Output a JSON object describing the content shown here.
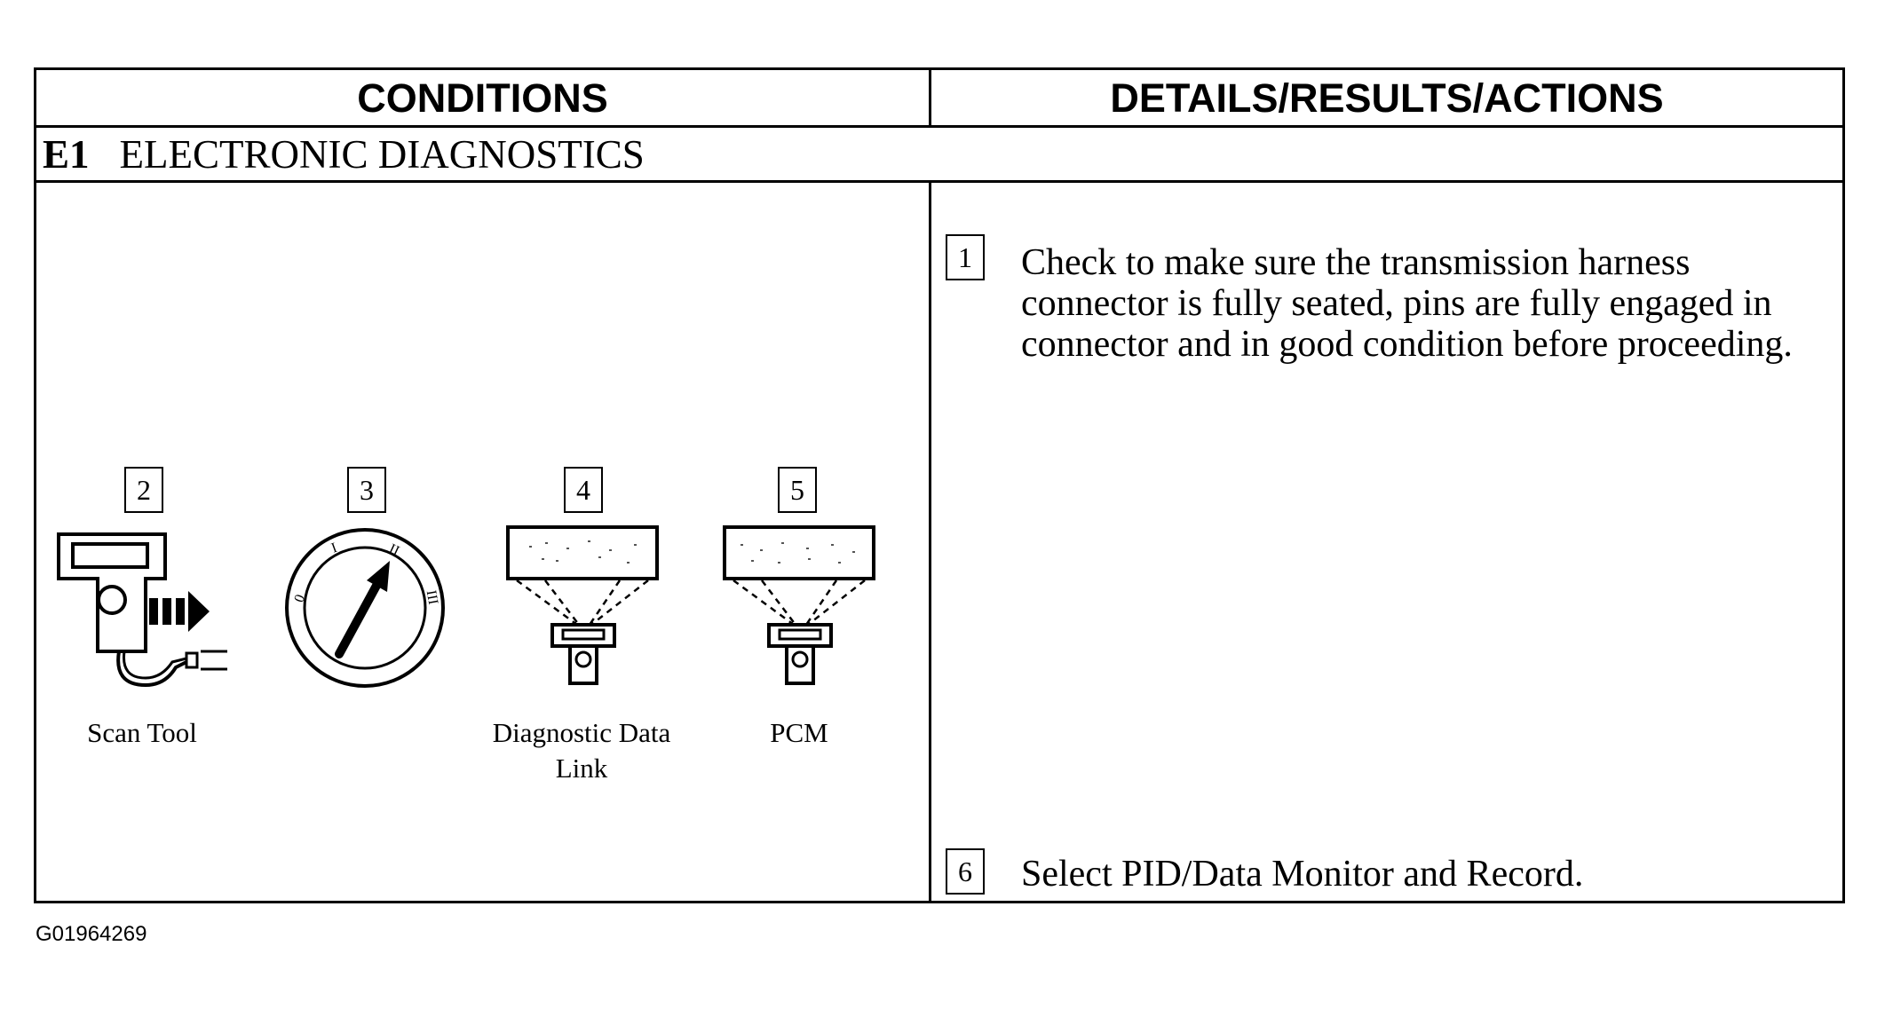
{
  "table": {
    "header_left": "CONDITIONS",
    "header_right": "DETAILS/RESULTS/ACTIONS",
    "section_code": "E1",
    "section_title": "ELECTRONIC DIAGNOSTICS"
  },
  "steps": [
    {
      "number": "1",
      "text": "Check to make sure the transmission harness connector is fully seated, pins are fully engaged in connector and in good condition before proceeding."
    },
    {
      "number": "6",
      "text": "Select PID/Data Monitor and Record."
    }
  ],
  "conditions": [
    {
      "number": "2",
      "caption": "Scan Tool",
      "icon": "scan-tool-icon"
    },
    {
      "number": "3",
      "caption": "",
      "icon": "ignition-switch-icon"
    },
    {
      "number": "4",
      "caption": "Diagnostic Data Link",
      "icon": "diagnostic-data-link-icon"
    },
    {
      "number": "5",
      "caption": "PCM",
      "icon": "pcm-icon"
    }
  ],
  "ignition_positions": [
    "0",
    "I",
    "II",
    "III"
  ],
  "figure_id": "G01964269"
}
